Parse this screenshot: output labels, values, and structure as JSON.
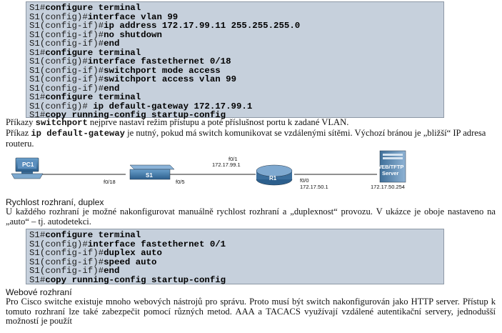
{
  "code_block_1": {
    "lines": [
      {
        "prompt": "S1#",
        "cmd": "configure terminal"
      },
      {
        "prompt": "S1(config)#",
        "cmd": "interface vlan 99"
      },
      {
        "prompt": "S1(config-if)#",
        "cmd": "ip address 172.17.99.11 255.255.255.0"
      },
      {
        "prompt": "S1(config-if)#",
        "cmd": "no shutdown"
      },
      {
        "prompt": "S1(config-if)#",
        "cmd": "end"
      },
      {
        "prompt": "S1#",
        "cmd": "configure terminal"
      },
      {
        "prompt": "S1(config)#",
        "cmd": "interface fastethernet 0/18"
      },
      {
        "prompt": "S1(config-if)#",
        "cmd": "switchport mode access"
      },
      {
        "prompt": "S1(config-if)#",
        "cmd": "switchport access vlan 99"
      },
      {
        "prompt": "S1(config-if)#",
        "cmd": "end"
      },
      {
        "prompt": "S1#",
        "cmd": "configure terminal"
      },
      {
        "prompt": "S1(config)#",
        "cmd": " ip default-gateway 172.17.99.1"
      },
      {
        "prompt": "S1#",
        "cmd": "copy running-config startup-config"
      }
    ]
  },
  "para_switchport": {
    "before": "Příkazy ",
    "code": "switchport",
    "after": " nejprve nastaví režim přístupu a poté příslušnost portu k zadané VLAN."
  },
  "para_gateway": {
    "before": "Příkaz ",
    "code": "ip default-gateway",
    "after": " je nutný, pokud má switch komunikovat se vzdálenými sítěmi. Výchozí bránou je „bližší“ IP adresa routeru."
  },
  "diagram": {
    "pc_label": "PC1",
    "switch_label": "S1",
    "router_label": "R1",
    "server_label_1": "WEB/TFTP",
    "server_label_2": "Server",
    "switch_port_left": "f0/18",
    "switch_port_right": "f0/5",
    "router_port_top": "f0/1",
    "router_ip_top": "172.17.99.1",
    "router_port_right": "f0/0",
    "router_ip_right": "172.17.50.1",
    "server_ip": "172.17.50.254"
  },
  "heading_speed": "Rychlost rozhraní, duplex",
  "para_speed": "U každého rozhraní je možné nakonfigurovat manuálně rychlost rozhraní a „duplexnost“ provozu. V ukázce je oboje nastaveno na „auto“ – tj. autodetekci.",
  "code_block_2": {
    "lines": [
      {
        "prompt": "S1#",
        "cmd": "configure terminal"
      },
      {
        "prompt": "S1(config)#",
        "cmd": "interface fastethernet 0/1"
      },
      {
        "prompt": "S1(config-if)#",
        "cmd": "duplex auto"
      },
      {
        "prompt": "S1(config-if)#",
        "cmd": "speed auto"
      },
      {
        "prompt": "S1(config-if)#",
        "cmd": "end"
      },
      {
        "prompt": "S1#",
        "cmd": "copy running-config startup-config"
      }
    ]
  },
  "heading_web": "Webové rozhraní",
  "para_web": "Pro Cisco switche existuje mnoho webových nástrojů pro správu. Proto musí být switch nakonfigurován jako HTTP server. Přístup k tomuto rozhraní lze také zabezpečit pomocí různých metod. AAA a TACACS využívají vzdálené autentikační servery, jednodušší možností je použít"
}
